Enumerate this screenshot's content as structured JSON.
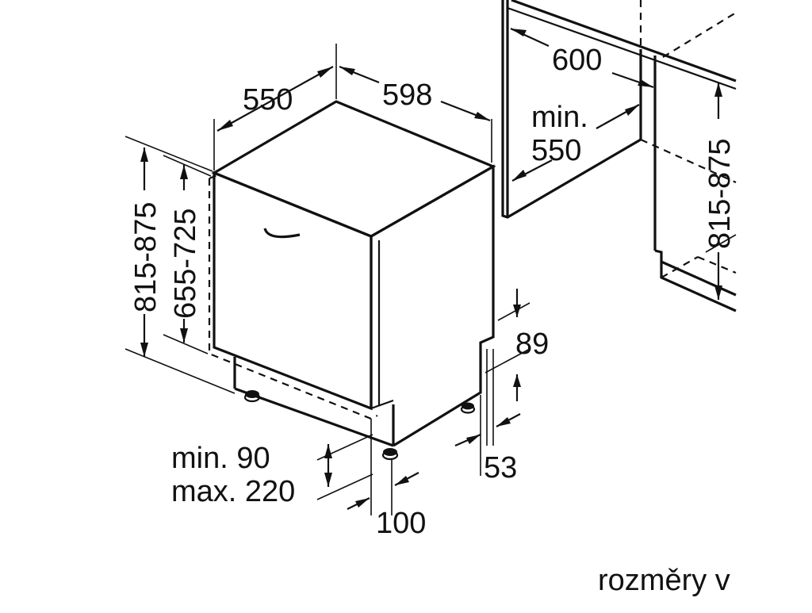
{
  "dimensions": {
    "depth": "550",
    "width": "598",
    "niche_width": "600",
    "niche_depth_line1": "min.",
    "niche_depth_line2": "550",
    "height_total_left": "815-875",
    "height_front": "655-725",
    "height_total_right": "815-875",
    "plinth_top": "89",
    "plinth_inset": "53",
    "plinth_height_line1": "min. 90",
    "plinth_height_line2": "max. 220",
    "foot_offset": "100"
  },
  "caption": "rozměry v"
}
